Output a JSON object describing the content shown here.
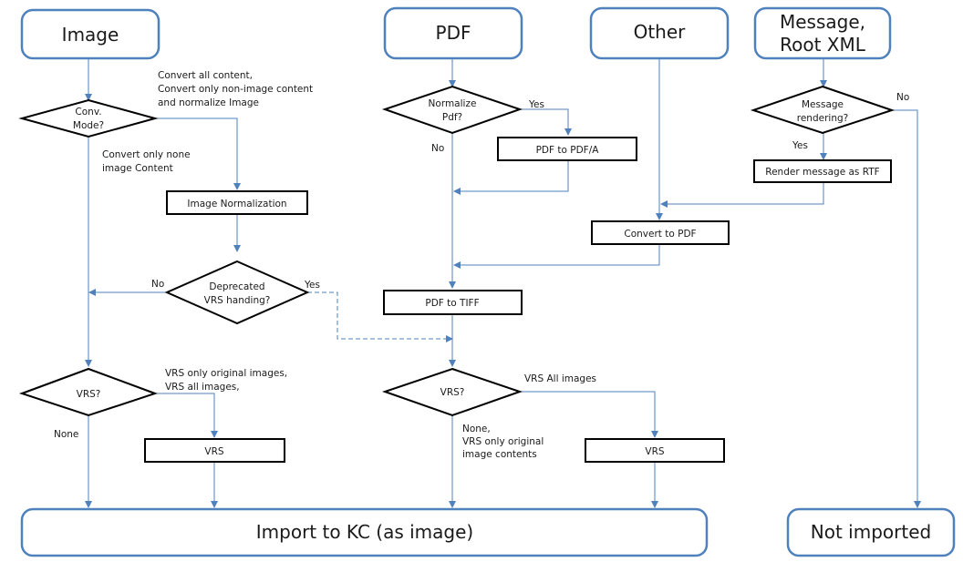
{
  "nodes": {
    "image": "Image",
    "pdf": "PDF",
    "other": "Other",
    "message": [
      "Message,",
      "Root XML"
    ],
    "conv_mode": [
      "Conv.",
      "Mode?"
    ],
    "normalize_pdf": [
      "Normalize",
      "Pdf?"
    ],
    "message_rendering": [
      "Message",
      "rendering?"
    ],
    "pdf_to_pdfa": "PDF to PDF/A",
    "render_message": "Render message as RTF",
    "image_normalization": "Image Normalization",
    "convert_to_pdf": "Convert to PDF",
    "deprecated_vrs": [
      "Deprecated",
      "VRS handing?"
    ],
    "pdf_to_tiff": "PDF to TIFF",
    "vrs_left_decision": "VRS?",
    "vrs_mid_decision": "VRS?",
    "vrs_left": "VRS",
    "vrs_mid": "VRS",
    "import_kc": "Import to KC (as image)",
    "not_imported": "Not imported"
  },
  "labels": {
    "conv_mode_right": [
      "Convert all content,",
      "Convert only non-image content",
      "and normalize Image"
    ],
    "conv_mode_down": [
      "Convert only none",
      "image Content"
    ],
    "normalize_yes": "Yes",
    "normalize_no": "No",
    "message_no": "No",
    "message_yes": "Yes",
    "deprecated_no": "No",
    "deprecated_yes": "Yes",
    "vrs_left_right": [
      "VRS only original images,",
      "VRS all images,"
    ],
    "vrs_left_down": "None",
    "vrs_mid_right": "VRS All images",
    "vrs_mid_down": [
      "None,",
      "VRS only original",
      "image contents"
    ]
  }
}
